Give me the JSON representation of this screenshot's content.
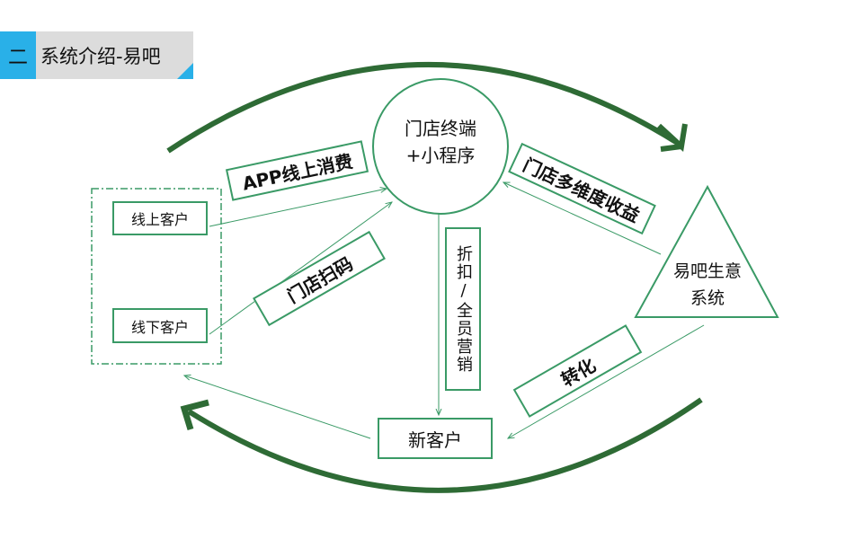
{
  "header": {
    "number": "二",
    "title": "系统介绍-易吧"
  },
  "hub": {
    "line1": "门店终端",
    "line2": "+小程序"
  },
  "system": {
    "line1": "易吧生意",
    "line2": "系统"
  },
  "customers": {
    "online": "线上客户",
    "offline": "线下客户",
    "new": "新客户"
  },
  "labels": {
    "app": "APP线上消费",
    "scan": "门店扫码",
    "revenue": "门店多维度收益",
    "convert": "转化",
    "marketing": "折扣/全员营销"
  },
  "colors": {
    "arc": "#2e6b35",
    "line": "#3a9a66",
    "accent": "#29b0e8"
  }
}
